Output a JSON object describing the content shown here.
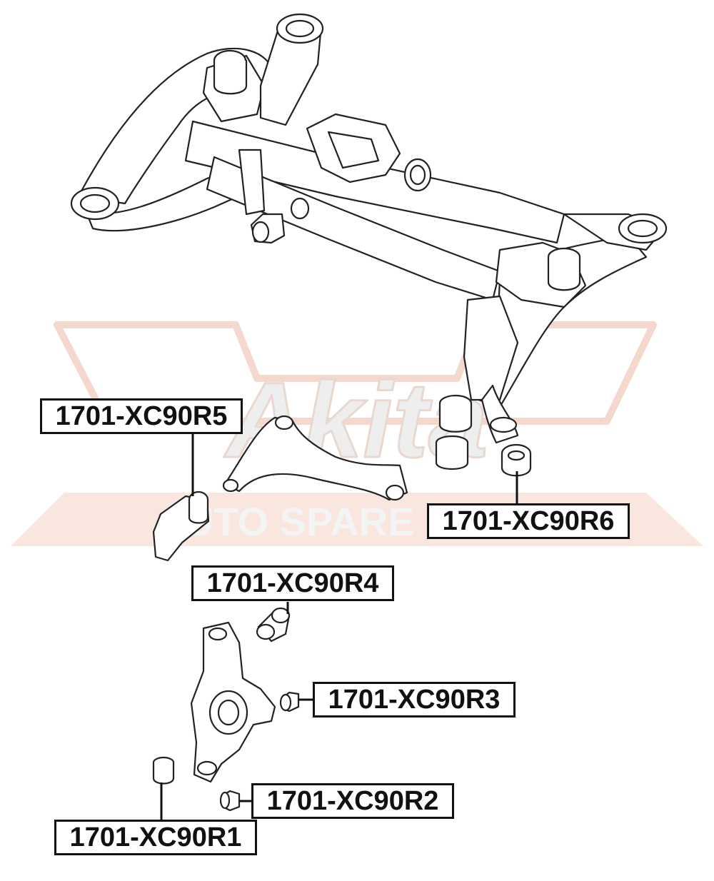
{
  "watermark": {
    "brand": "Akita",
    "tagline": "AUTO SPARE PARTS",
    "color": "#f0c8b8"
  },
  "colors": {
    "line": "#222222",
    "label_border": "#111111"
  },
  "parts": [
    {
      "id": "R5",
      "label": "1701-XC90R5"
    },
    {
      "id": "R6",
      "label": "1701-XC90R6"
    },
    {
      "id": "R4",
      "label": "1701-XC90R4"
    },
    {
      "id": "R3",
      "label": "1701-XC90R3"
    },
    {
      "id": "R2",
      "label": "1701-XC90R2"
    },
    {
      "id": "R1",
      "label": "1701-XC90R1"
    }
  ]
}
